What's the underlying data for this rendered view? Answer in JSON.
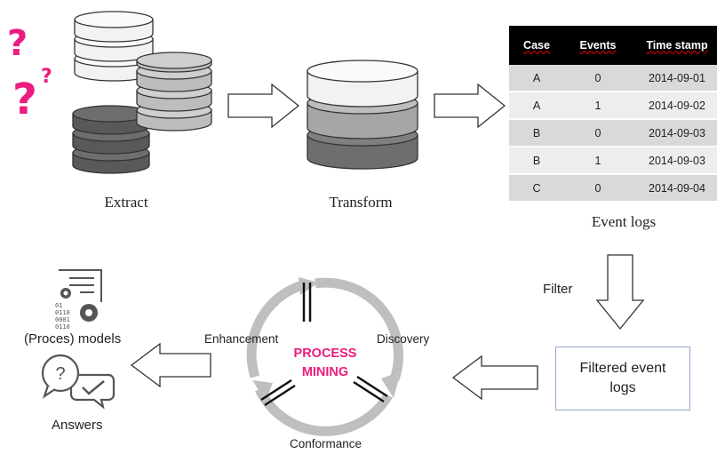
{
  "stages": {
    "extract": "Extract",
    "transform": "Transform",
    "event_logs": "Event logs",
    "filter": "Filter",
    "filtered": "Filtered event logs"
  },
  "event_log_table": {
    "headers": [
      "Case",
      "Events",
      "Time stamp"
    ],
    "rows": [
      [
        "A",
        "0",
        "2014-09-01"
      ],
      [
        "A",
        "1",
        "2014-09-02"
      ],
      [
        "B",
        "0",
        "2014-09-03"
      ],
      [
        "B",
        "1",
        "2014-09-03"
      ],
      [
        "C",
        "0",
        "2014-09-04"
      ]
    ]
  },
  "cycle": {
    "center_line1": "PROCESS",
    "center_line2": "MINING",
    "discovery": "Discovery",
    "conformance": "Conformance",
    "enhancement": "Enhancement"
  },
  "outputs": {
    "models": "(Proces) models",
    "answers": "Answers",
    "binary_lines": [
      "01",
      "0110",
      "0001",
      "0110"
    ]
  },
  "colors": {
    "accent_pink": "#ec1c80",
    "cycle_gray": "#bfbfbf",
    "box_border": "#8ea9c8"
  }
}
